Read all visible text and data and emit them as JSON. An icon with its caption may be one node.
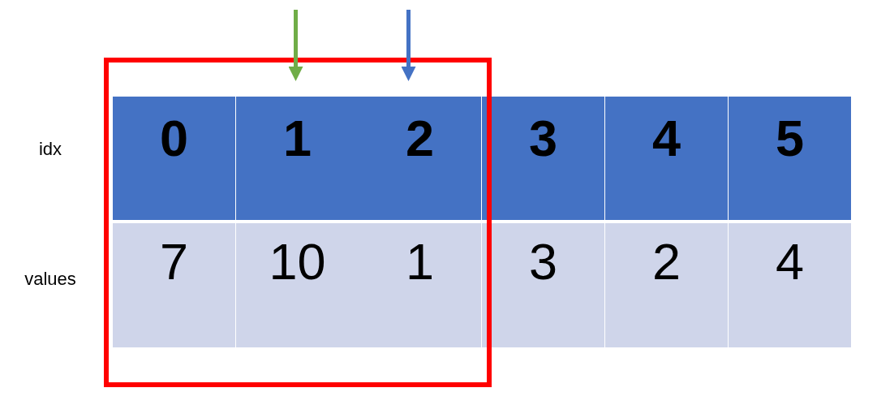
{
  "diagram": {
    "nodes": [
      {
        "text": [],
        "shape": "box"
      },
      {
        "text": [
          "0"
        ],
        "in": 0
      },
      {
        "text": [
          "1"
        ],
        "in": 0
      },
      {
        "text": [
          "2"
        ],
        "in": 0
      },
      {
        "text": [
          "3"
        ]
      },
      {
        "text": [
          "4"
        ]
      },
      {
        "text": [
          "5"
        ]
      },
      {
        "text": [
          "7"
        ],
        "in": 0
      },
      {
        "text": [
          "10"
        ],
        "in": 0
      },
      {
        "text": [
          "1"
        ],
        "in": 0
      },
      {
        "text": [
          "3"
        ]
      },
      {
        "text": [
          "2"
        ]
      },
      {
        "text": [
          "4"
        ]
      }
    ],
    "edges": [
      {
        "from": null,
        "to": 2,
        "arrow": "to",
        "color": "#70ad47"
      },
      {
        "from": null,
        "to": 3,
        "arrow": "to",
        "color": "#4472c4"
      }
    ],
    "labels": [
      "idx",
      "values"
    ]
  }
}
